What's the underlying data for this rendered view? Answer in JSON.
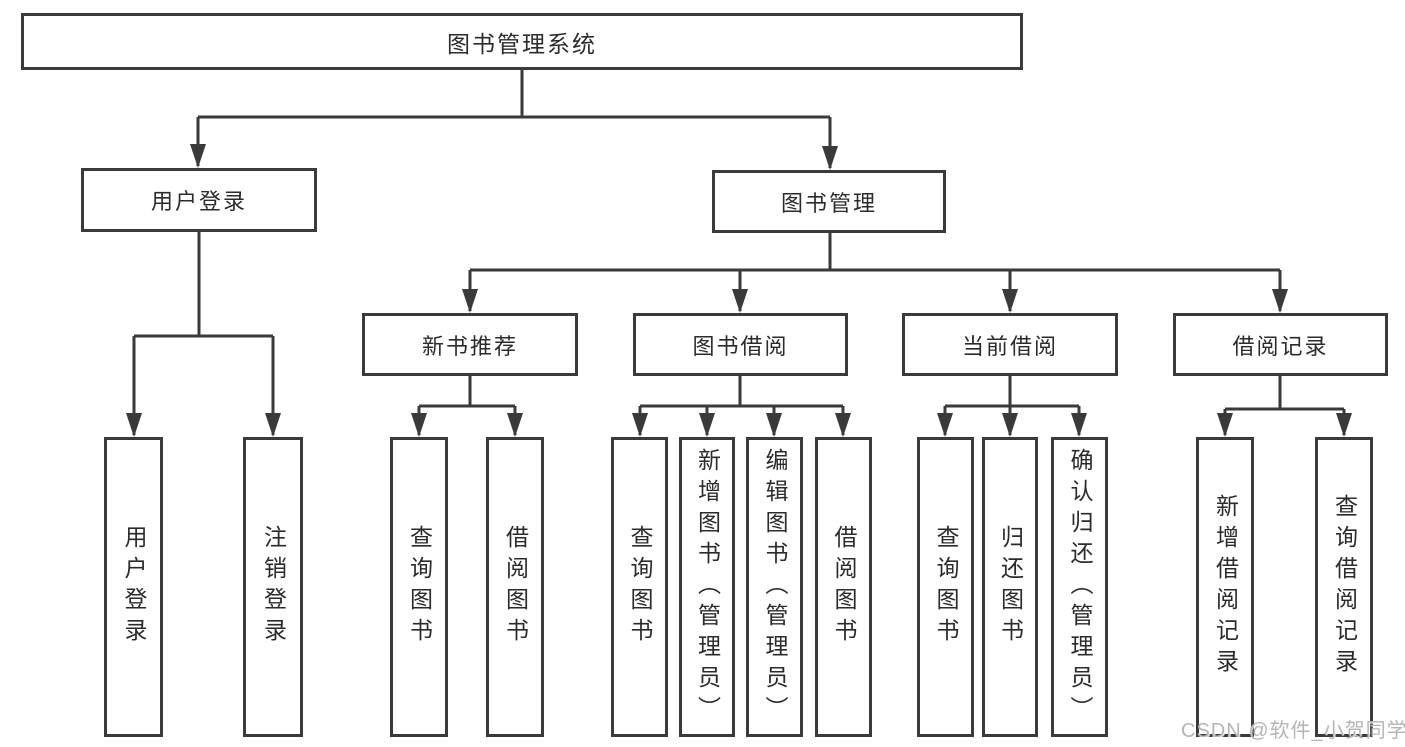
{
  "diagram_title": "图书管理系统",
  "nodes": {
    "root": "图书管理系统",
    "user_login": "用户登录",
    "book_mgmt": "图书管理",
    "new_books": "新书推荐",
    "book_borrow": "图书借阅",
    "current_borrow": "当前借阅",
    "borrow_records": "借阅记录",
    "leaf_user_login": "用户登录",
    "leaf_logout": "注销登录",
    "leaf_nb_query": "查询图书",
    "leaf_nb_borrow": "借阅图书",
    "leaf_bb_query": "查询图书",
    "leaf_bb_add": "新增图书（管理员）",
    "leaf_bb_edit": "编辑图书（管理员）",
    "leaf_bb_borrow": "借阅图书",
    "leaf_cb_query": "查询图书",
    "leaf_cb_return": "归还图书",
    "leaf_cb_confirm": "确认归还（管理员）",
    "leaf_br_add": "新增借阅记录",
    "leaf_br_query": "查询借阅记录"
  },
  "hierarchy": {
    "root": "图书管理系统",
    "children": [
      {
        "label": "用户登录",
        "children": [
          "用户登录",
          "注销登录"
        ]
      },
      {
        "label": "图书管理",
        "children": [
          {
            "label": "新书推荐",
            "children": [
              "查询图书",
              "借阅图书"
            ]
          },
          {
            "label": "图书借阅",
            "children": [
              "查询图书",
              "新增图书（管理员）",
              "编辑图书（管理员）",
              "借阅图书"
            ]
          },
          {
            "label": "当前借阅",
            "children": [
              "查询图书",
              "归还图书",
              "确认归还（管理员）"
            ]
          },
          {
            "label": "借阅记录",
            "children": [
              "新增借阅记录",
              "查询借阅记录"
            ]
          }
        ]
      }
    ]
  },
  "watermark": "CSDN @软件_小贺同学",
  "colors": {
    "line": "#3a3a3a",
    "text": "#2b2b2b",
    "watermark": "#b5b5b5",
    "background": "#ffffff"
  }
}
